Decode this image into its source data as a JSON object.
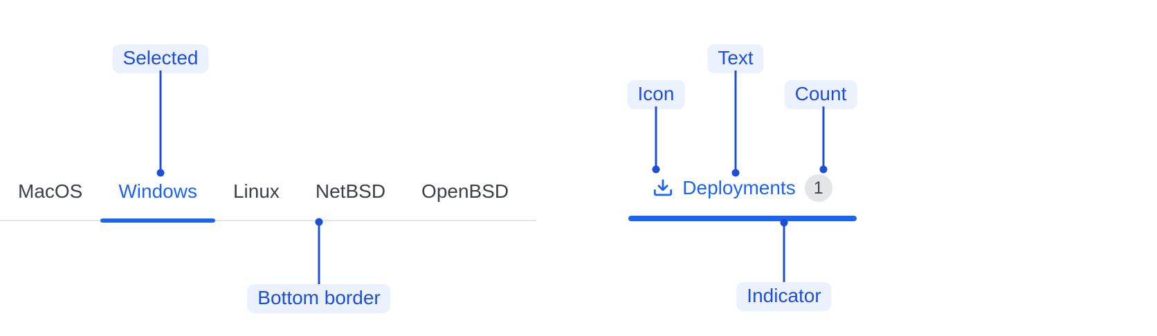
{
  "colors": {
    "accent_blue": "#1B64F2",
    "annotation_blue": "#1D4ED8",
    "annotation_bg": "#EBF1FD",
    "tab_text": "#3A4046",
    "divider": "#E3E4E6",
    "counter_bg": "#E4E5E7",
    "counter_text": "#40464D"
  },
  "tab_bar": {
    "tabs": [
      {
        "label": "MacOS",
        "selected": false
      },
      {
        "label": "Windows",
        "selected": true
      },
      {
        "label": "Linux",
        "selected": false
      },
      {
        "label": "NetBSD",
        "selected": false
      },
      {
        "label": "OpenBSD",
        "selected": false
      }
    ]
  },
  "deployments_tab": {
    "icon": "download-icon",
    "label": "Deployments",
    "count": "1"
  },
  "annotations": [
    {
      "id": "selected",
      "label": "Selected"
    },
    {
      "id": "bottom-border",
      "label": "Bottom border"
    },
    {
      "id": "icon",
      "label": "Icon"
    },
    {
      "id": "text",
      "label": "Text"
    },
    {
      "id": "count",
      "label": "Count"
    },
    {
      "id": "indicator",
      "label": "Indicator"
    }
  ]
}
